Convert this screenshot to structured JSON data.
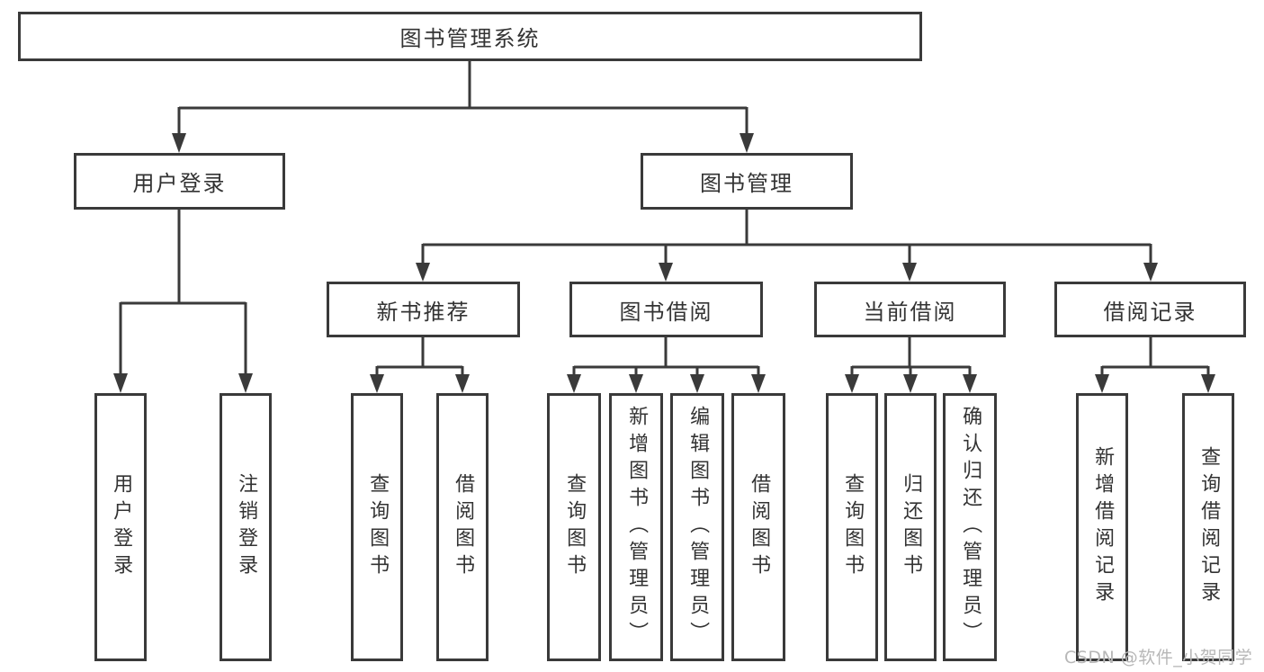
{
  "diagram": {
    "title_node": "图书管理系统",
    "root": {
      "label": "图书管理系统"
    },
    "branches": [
      {
        "label": "用户登录",
        "children": [
          {
            "label": "用户登录"
          },
          {
            "label": "注销登录"
          }
        ]
      },
      {
        "label": "图书管理",
        "children": [
          {
            "label": "新书推荐",
            "children": [
              {
                "label": "查询图书"
              },
              {
                "label": "借阅图书"
              }
            ]
          },
          {
            "label": "图书借阅",
            "children": [
              {
                "label": "查询图书"
              },
              {
                "label": "新增图书（管理员）"
              },
              {
                "label": "编辑图书（管理员）"
              },
              {
                "label": "借阅图书"
              }
            ]
          },
          {
            "label": "当前借阅",
            "children": [
              {
                "label": "查询图书"
              },
              {
                "label": "归还图书"
              },
              {
                "label": "确认归还（管理员）"
              }
            ]
          },
          {
            "label": "借阅记录",
            "children": [
              {
                "label": "新增借阅记录"
              },
              {
                "label": "查询借阅记录"
              }
            ]
          }
        ]
      }
    ],
    "watermark": "CSDN @软件_小贺同学",
    "colors": {
      "line": "#3a3a3a",
      "text": "#333333",
      "background": "#ffffff",
      "watermark": "#b7b7b7"
    }
  }
}
